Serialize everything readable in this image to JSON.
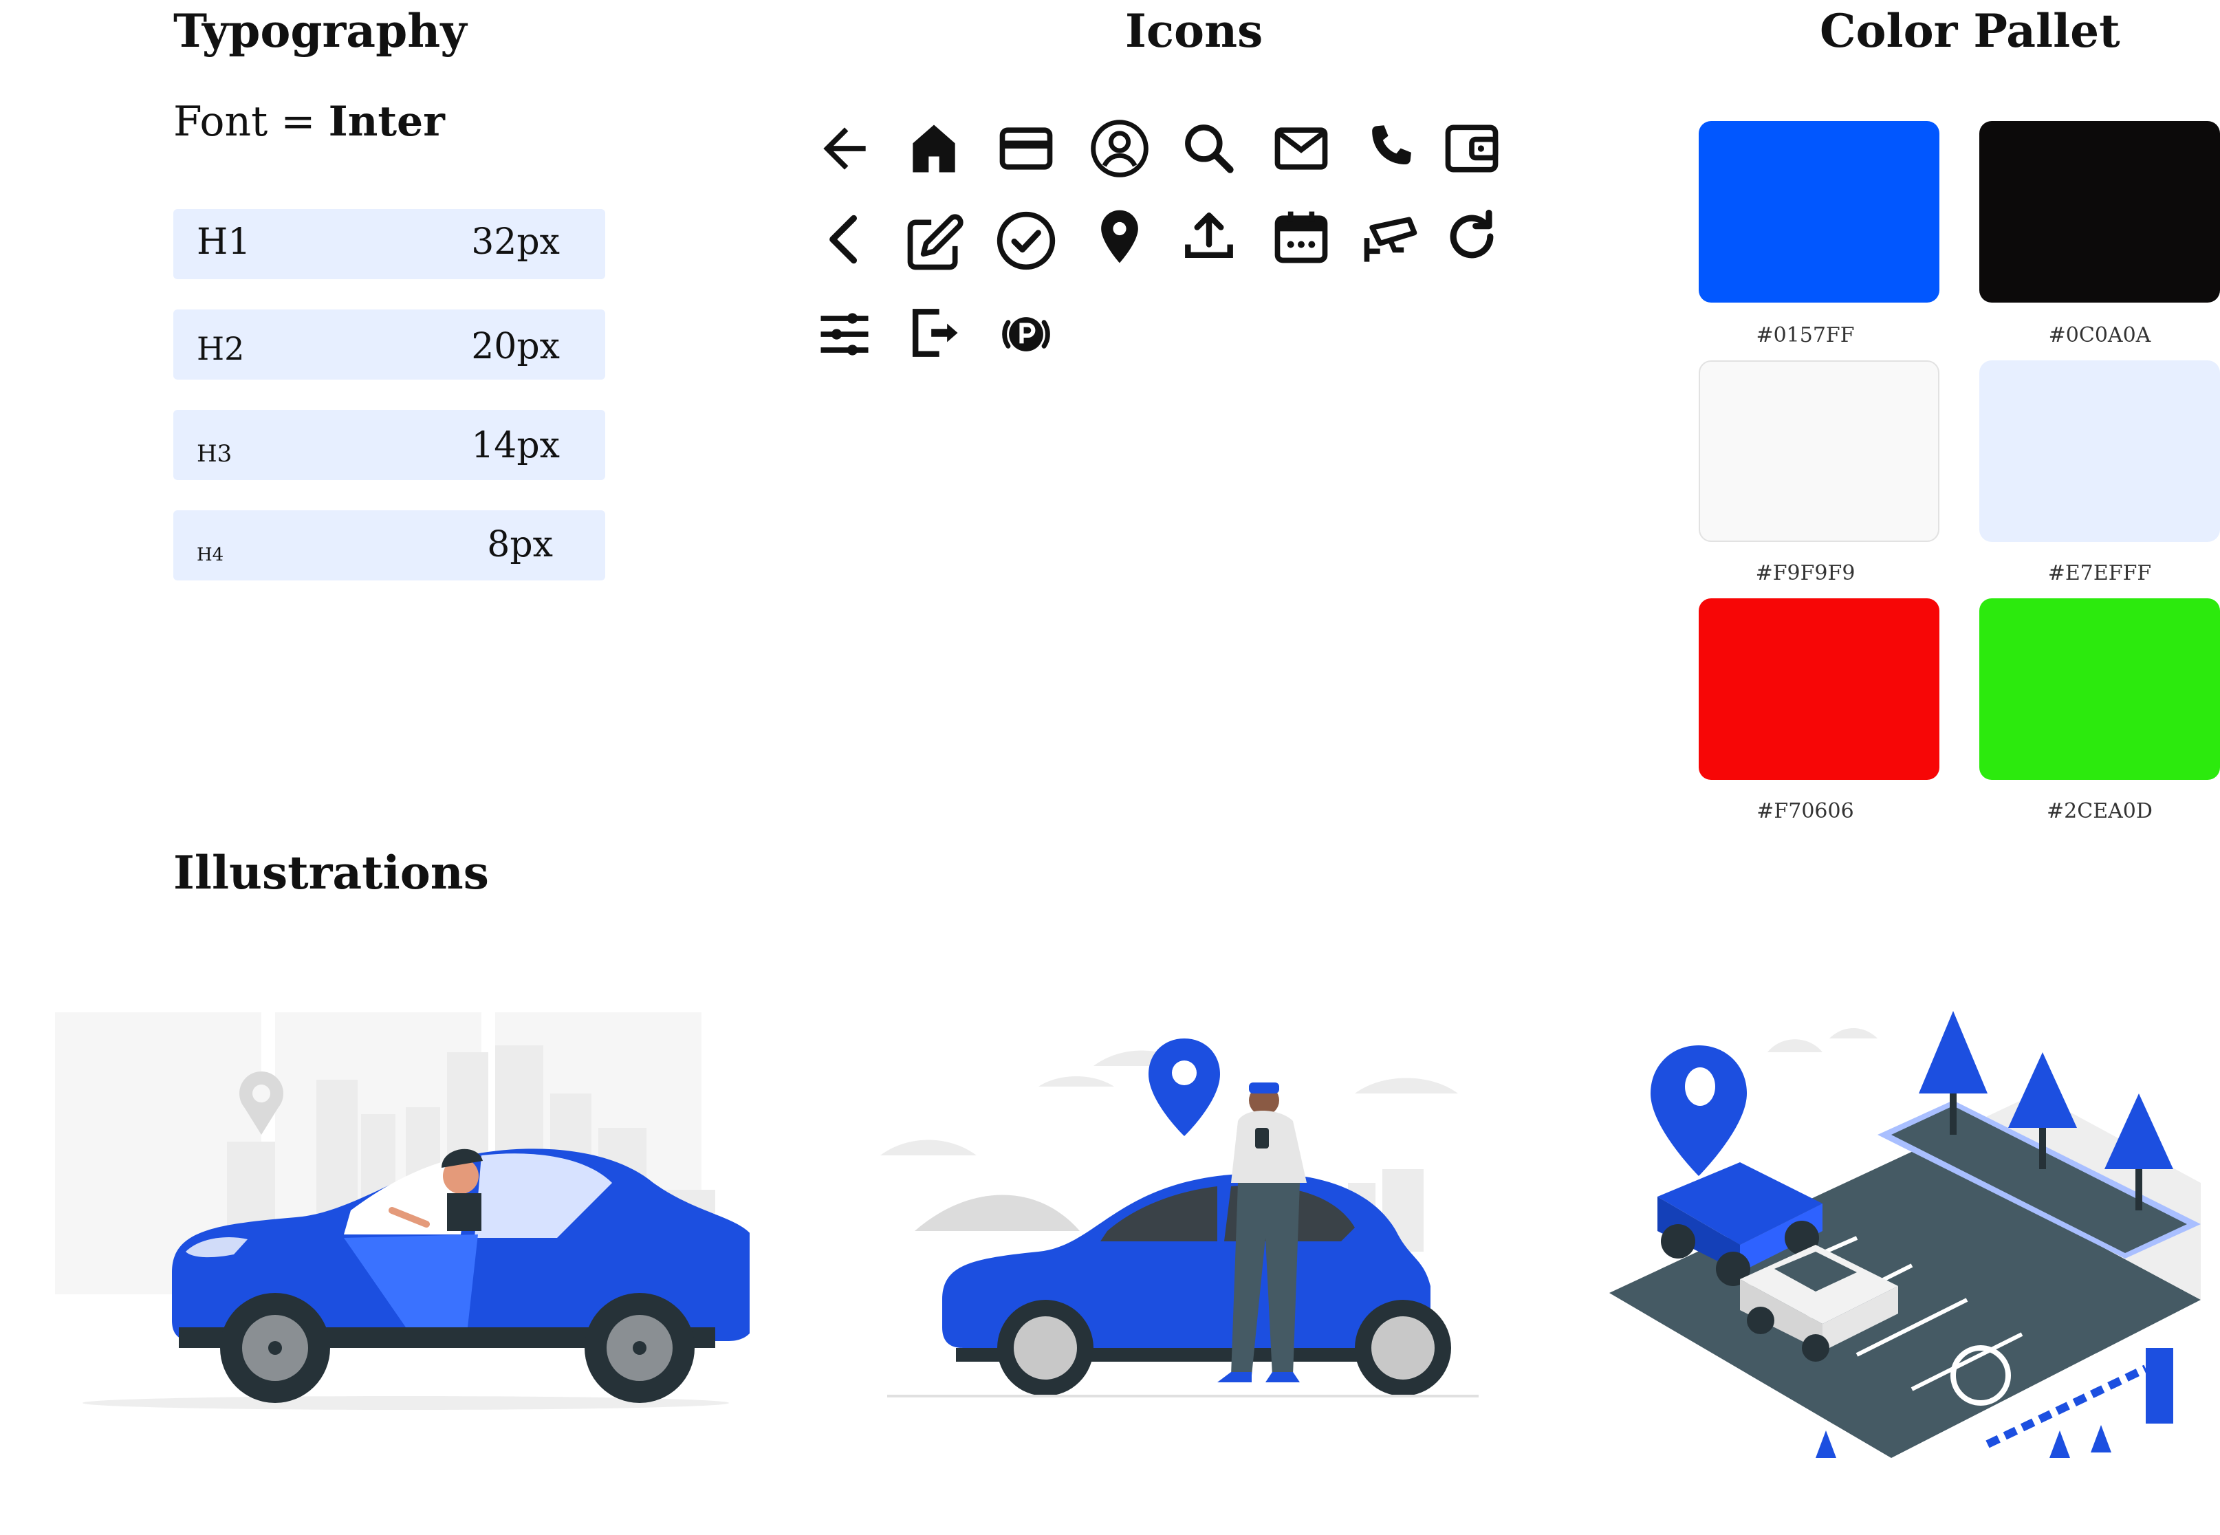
{
  "typography": {
    "title": "Typography",
    "font_prefix": "Font =",
    "font_name": "Inter",
    "rows": [
      {
        "label": "H1",
        "size": "32px"
      },
      {
        "label": "H2",
        "size": "20px"
      },
      {
        "label": "H3",
        "size": "14px"
      },
      {
        "label": "H4",
        "size": "8px"
      }
    ]
  },
  "icons": {
    "title": "Icons",
    "items": [
      "arrow-left-icon",
      "home-icon",
      "credit-card-icon",
      "user-circle-icon",
      "search-icon",
      "mail-icon",
      "phone-icon",
      "wallet-icon",
      "chevron-left-icon",
      "edit-icon",
      "check-circle-icon",
      "location-pin-icon",
      "upload-icon",
      "calendar-icon",
      "cctv-camera-icon",
      "refresh-icon",
      "sliders-icon",
      "logout-icon",
      "parking-icon"
    ]
  },
  "palette": {
    "title": "Color Pallet",
    "colors": [
      {
        "hex": "#0157FF",
        "label": "#0157FF"
      },
      {
        "hex": "#0C0A0A",
        "label": "#0C0A0A"
      },
      {
        "hex": "#F9F9F9",
        "label": "#F9F9F9"
      },
      {
        "hex": "#E7EFFF",
        "label": "#E7EFFF"
      },
      {
        "hex": "#F70606",
        "label": "#F70606"
      },
      {
        "hex": "#2CEA0D",
        "label": "#2CEA0D"
      }
    ]
  },
  "illustrations": {
    "title": "Illustrations",
    "items": [
      "driver-in-car-illustration",
      "man-leaning-on-car-illustration",
      "isometric-parking-lot-illustration"
    ]
  }
}
